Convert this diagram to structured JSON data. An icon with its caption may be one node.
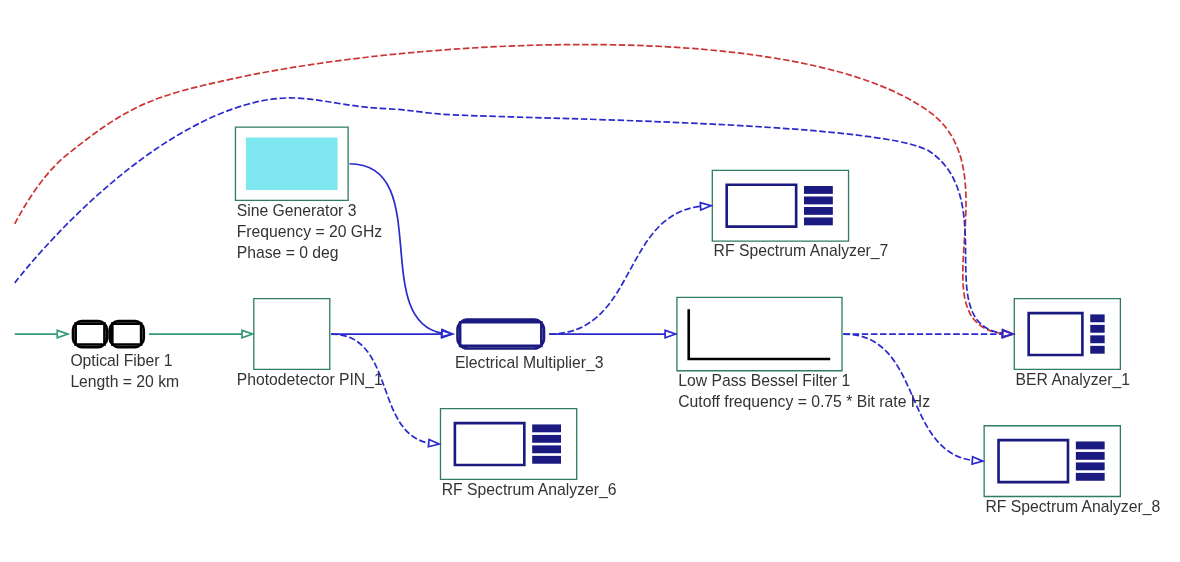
{
  "diagram": {
    "nodes": [
      {
        "text": [
          "Optical Fiber 1",
          "Length = 20 km"
        ]
      },
      {
        "text": [
          "Photodetector PIN_1"
        ]
      },
      {
        "text": [
          "Sine Generator 3",
          "Frequency = 20 GHz",
          "Phase = 0 deg"
        ]
      },
      {
        "text": [
          "RF Spectrum Analyzer_6"
        ]
      },
      {
        "text": [
          "Electrical Multiplier_3"
        ]
      },
      {
        "text": [
          "RF Spectrum Analyzer_7"
        ]
      },
      {
        "text": [
          "Low Pass Bessel Filter 1",
          "Cutoff frequency = 0.75 * Bit rate Hz"
        ]
      },
      {
        "text": [
          "RF Spectrum Analyzer_8"
        ]
      },
      {
        "text": [
          "BER Analyzer_1"
        ]
      }
    ],
    "edges": [
      {
        "from": null,
        "to": 0,
        "arrow": "to",
        "color": "#339977"
      },
      {
        "from": 0,
        "to": 1,
        "arrow": "to",
        "color": "#339977"
      },
      {
        "from": 1,
        "to": 3,
        "arrow": "to",
        "style": "dashed"
      },
      {
        "from": 1,
        "to": 4,
        "arrow": "to"
      },
      {
        "from": 2,
        "to": 4,
        "arrow": "to"
      },
      {
        "from": 4,
        "to": 5,
        "arrow": "to",
        "style": "dashed"
      },
      {
        "from": 4,
        "to": 6,
        "arrow": "to"
      },
      {
        "from": 6,
        "to": 7,
        "arrow": "to",
        "style": "dashed"
      },
      {
        "from": 6,
        "to": 8,
        "arrow": "to",
        "style": "dashed"
      },
      {
        "from": null,
        "to": 8,
        "arrow": "to",
        "style": "dashed",
        "color": "#cc3333"
      },
      {
        "from": null,
        "to": 8,
        "arrow": "to",
        "style": "dashed"
      }
    ]
  }
}
